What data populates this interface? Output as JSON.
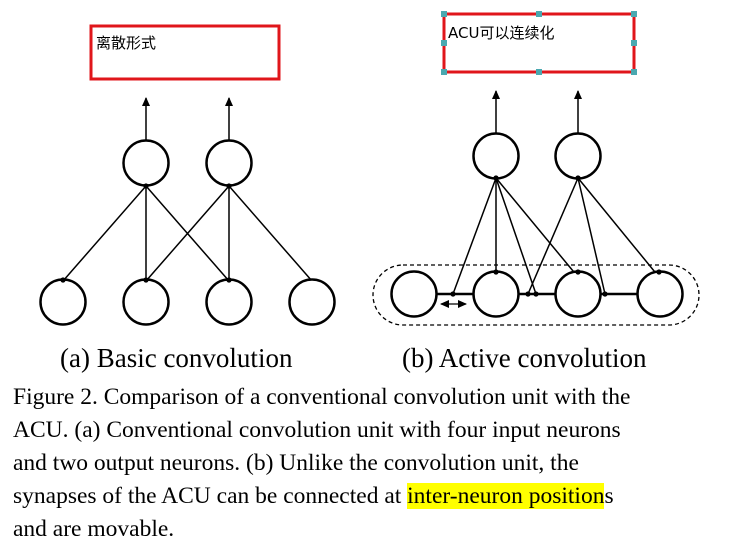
{
  "notes": {
    "left": "离散形式",
    "right": "ACU可以连续化"
  },
  "subcaptions": {
    "a": "(a) Basic convolution",
    "b": "(b) Active convolution"
  },
  "caption": {
    "line1": "Figure 2. Comparison of a conventional convolution unit with the",
    "line2": "ACU. (a) Conventional convolution unit with four input neurons",
    "line3": "and two output neurons.  (b) Unlike the convolution unit, the",
    "line4_before": "synapses of the ACU can be connected at ",
    "line4_highlight": "inter-neuron position",
    "line4_after": "s",
    "line5": "and are movable."
  },
  "colors": {
    "annotation_box": "#e0161b",
    "selection_handle": "#4aa8b0",
    "highlight": "#ffff00"
  }
}
